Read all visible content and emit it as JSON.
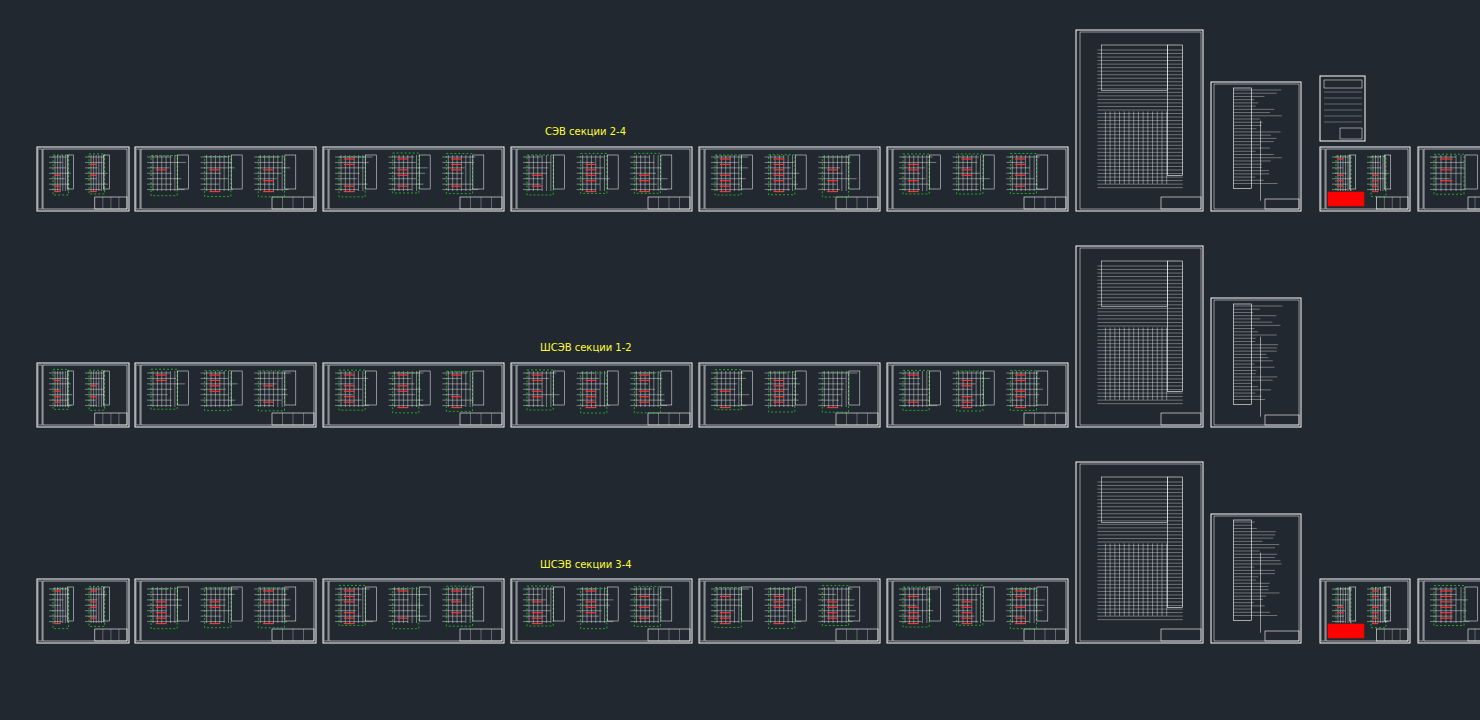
{
  "diagram": {
    "labels": [
      "СЭВ секции 2-4",
      "ШСЭВ секции 1-2",
      "ШСЭВ секции 3-4"
    ]
  }
}
